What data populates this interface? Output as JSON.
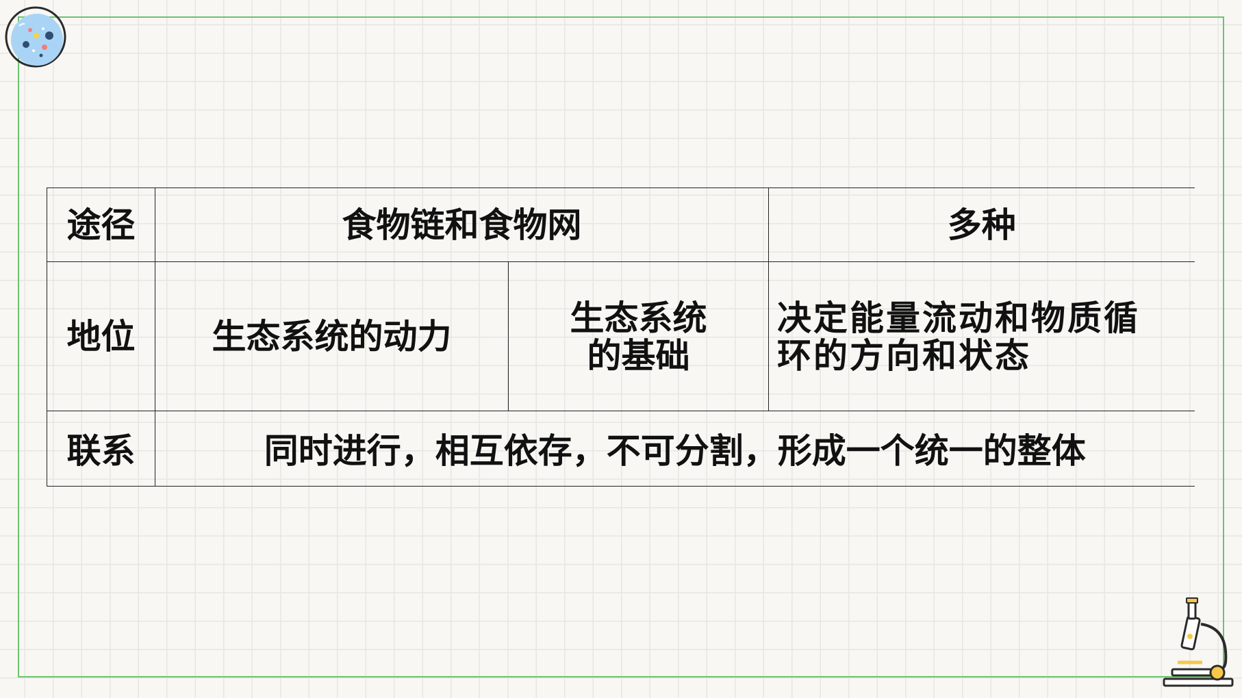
{
  "decorations": {
    "logo_icon": "science-badge-icon",
    "microscope_icon": "microscope-icon",
    "frame_color": "#6cc36c"
  },
  "table": {
    "row_path": {
      "label": "途径",
      "col1": "食物链和食物网",
      "col2": "多种"
    },
    "row_position": {
      "label": "地位",
      "col1": "生态系统的动力",
      "col2_line1": "生态系统",
      "col2_line2": "的基础",
      "col3_line1": "决定能量流动和物质循",
      "col3_line2": "环的方向和状态"
    },
    "row_relation": {
      "label": "联系",
      "value": "同时进行，相互依存，不可分割，形成一个统一的整体"
    }
  }
}
